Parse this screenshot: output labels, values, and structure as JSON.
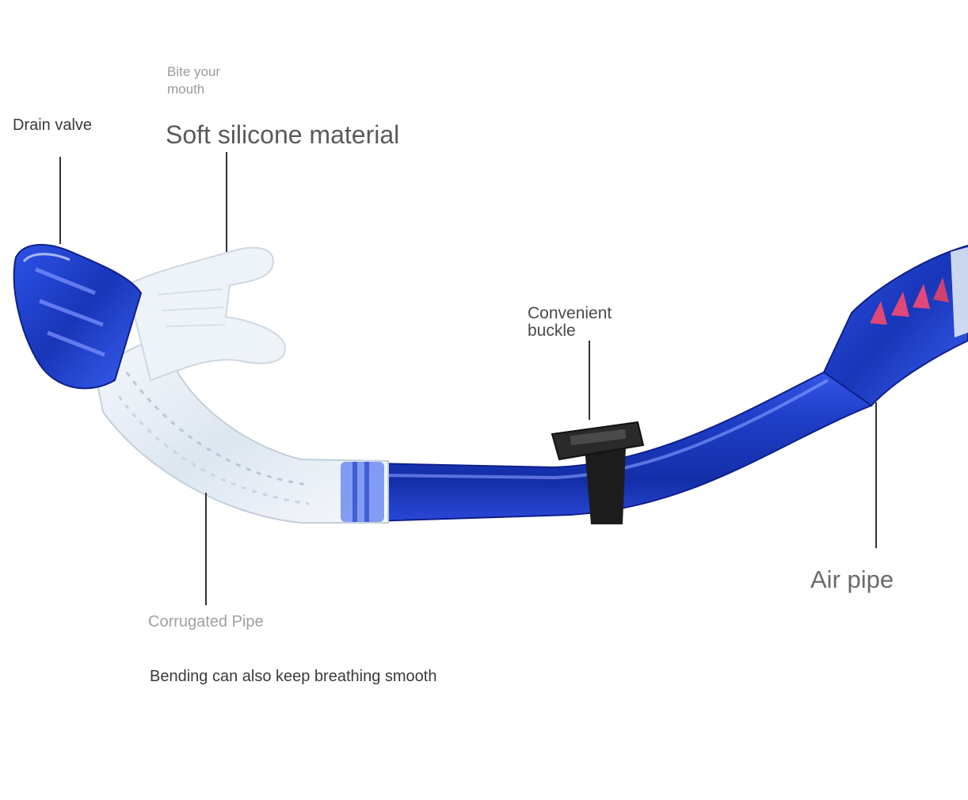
{
  "labels": {
    "drain_valve": "Drain valve",
    "bite_your_mouth": "Bite your mouth",
    "soft_silicone": "Soft silicone material",
    "convenient_buckle": "Convenient buckle",
    "air_pipe": "Air pipe",
    "corrugated_pipe": "Corrugated Pipe",
    "bending_note": "Bending can also keep breathing smooth"
  },
  "colors": {
    "tube_blue": "#1e3fc8",
    "tube_blue_dark": "#0f1f8c",
    "tube_highlight": "#7f95ff",
    "clear_silicone": "#e6eef7",
    "buckle_black": "#1c1c1c",
    "valve_pink": "#e0487a",
    "callout_line": "#333333"
  },
  "icons": [
    "snorkel-illustration",
    "drain-valve-part",
    "mouthpiece-part",
    "corrugated-pipe-part",
    "buckle-part",
    "air-pipe-part"
  ]
}
